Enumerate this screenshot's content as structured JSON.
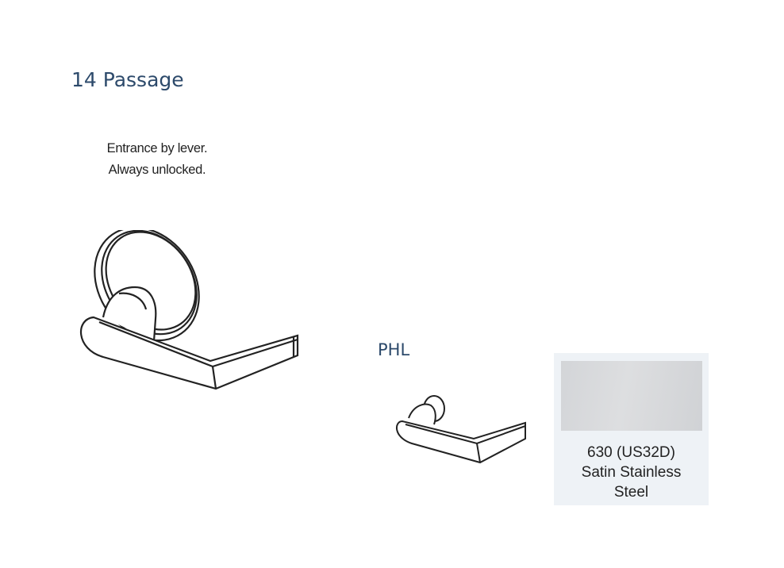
{
  "function": {
    "title": "14 Passage",
    "description": [
      "Entrance by lever.",
      "Always unlocked."
    ]
  },
  "lever": {
    "model": "PHL"
  },
  "finish": {
    "code": "630 (US32D)",
    "name_line1": "Satin Stainless",
    "name_line2": "Steel",
    "swatch_color": "#d8dadc",
    "card_color": "#eef2f6"
  }
}
